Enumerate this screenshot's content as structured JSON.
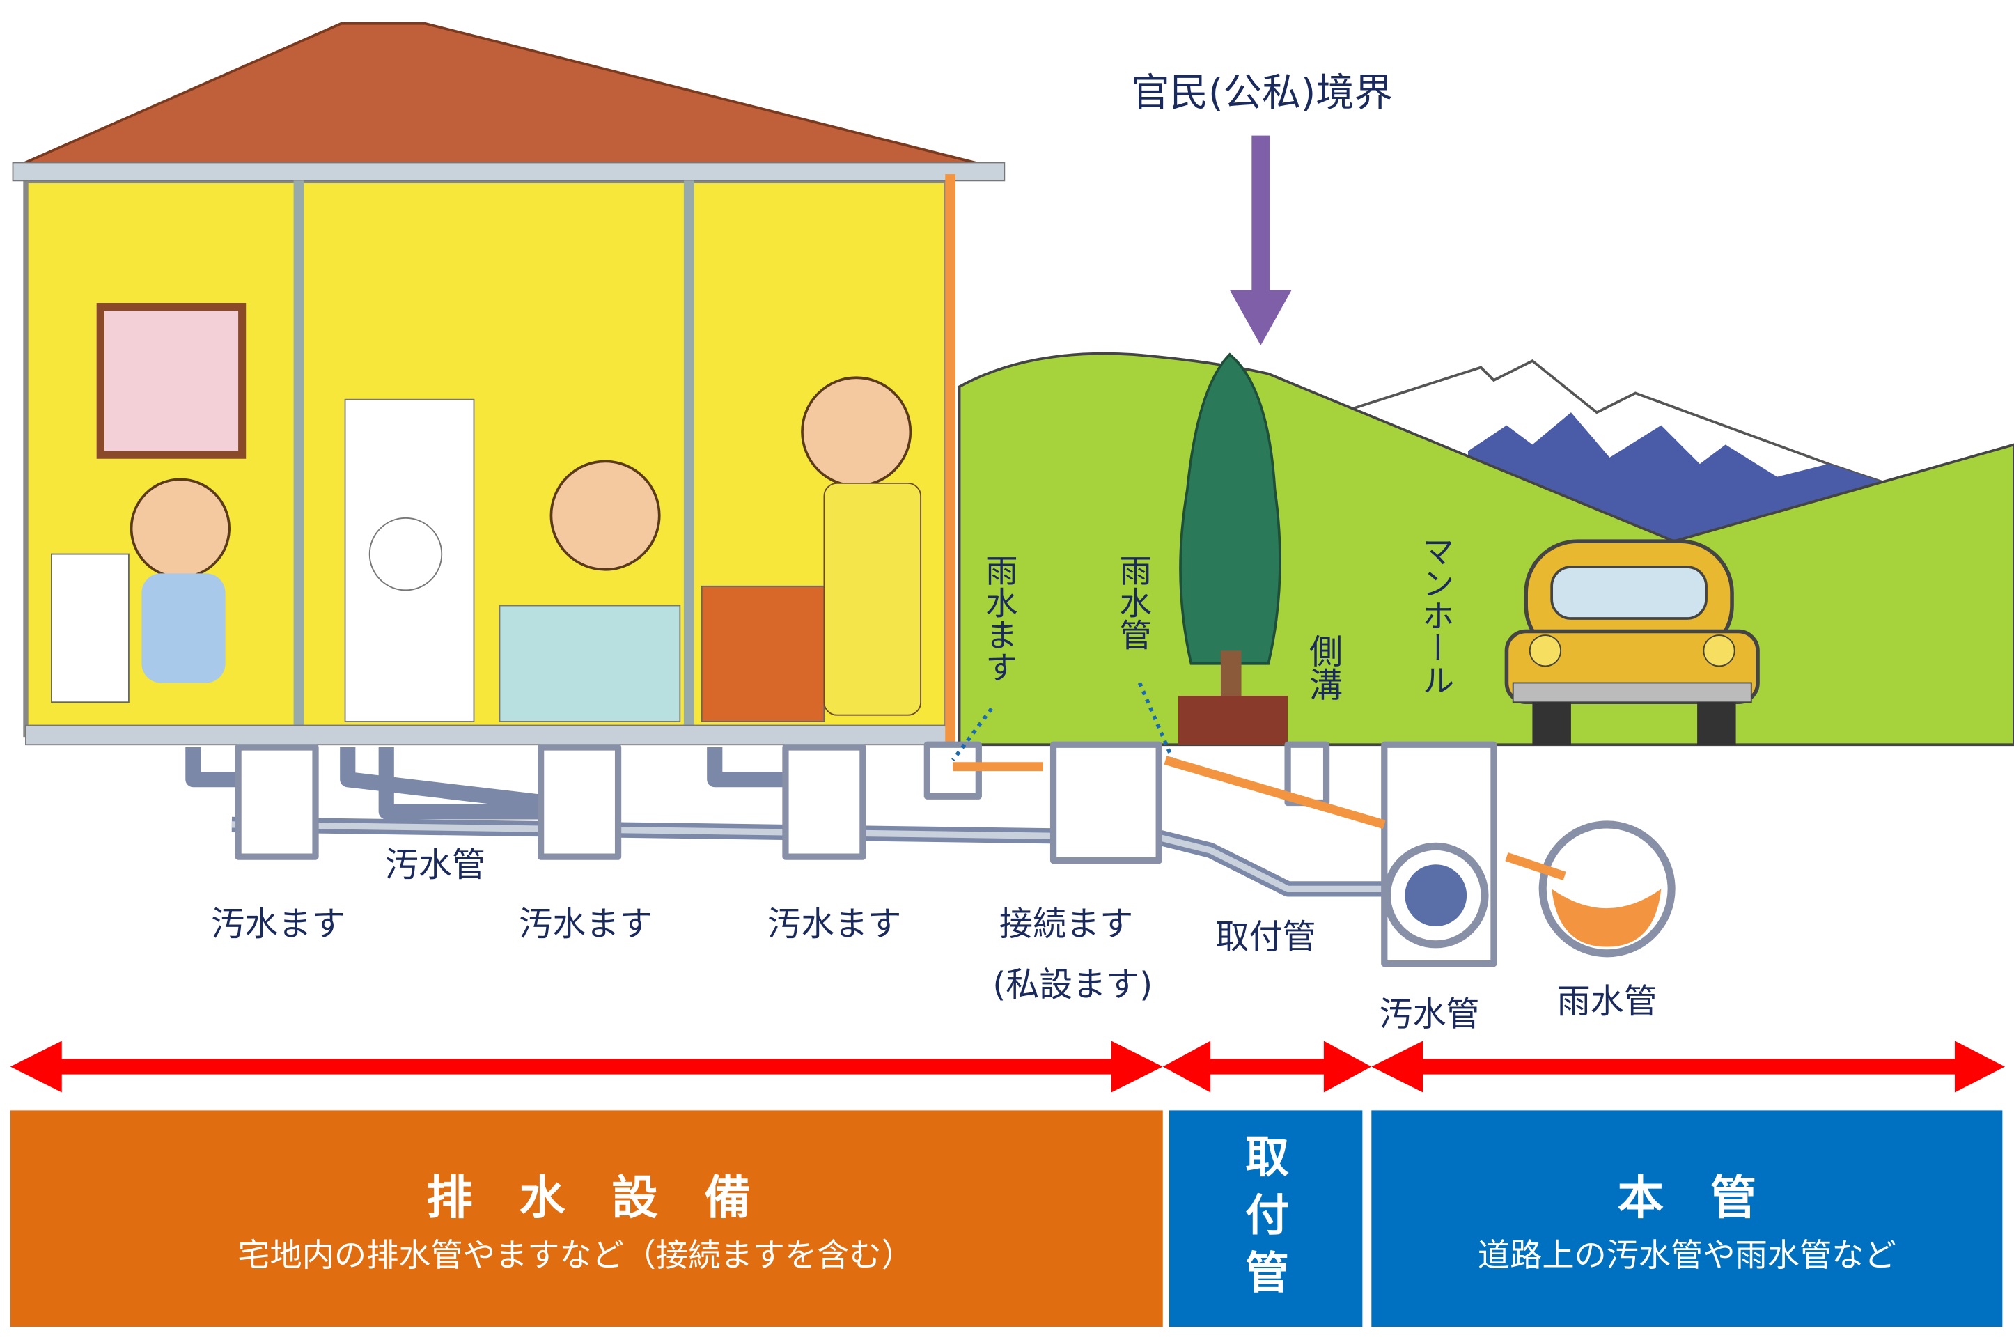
{
  "boundary_label": "官民(公私)境界",
  "labels": {
    "sewage_pipe_house": "汚水管",
    "sewage_basin_1": "汚水ます",
    "sewage_basin_2": "汚水ます",
    "sewage_basin_3": "汚水ます",
    "connection_basin": "接続ます",
    "connection_basin_note": "(私設ます)",
    "lateral_pipe": "取付管",
    "main_sewage_pipe": "汚水管",
    "main_storm_pipe": "雨水管",
    "rain_basin": "雨水ます",
    "rain_pipe": "雨水管",
    "side_ditch": "側溝",
    "manhole": "マンホール"
  },
  "sections": [
    {
      "title": "排　水　設　備",
      "subtitle": "宅地内の排水管やますなど（接続ますを含む）",
      "color": "#e06e10"
    },
    {
      "title": "取付管",
      "title_chars": [
        "取",
        "付",
        "管"
      ],
      "color": "#0070c0"
    },
    {
      "title": "本　管",
      "subtitle": "道路上の汚水管や雨水管など",
      "color": "#0070c0"
    }
  ],
  "colors": {
    "arrow": "#ff0000",
    "boundary_arrow": "#7f5fa8",
    "label": "#1b2a5c",
    "storm_pipe": "#f39440",
    "sewer_pipe": "#5a6fa8"
  }
}
